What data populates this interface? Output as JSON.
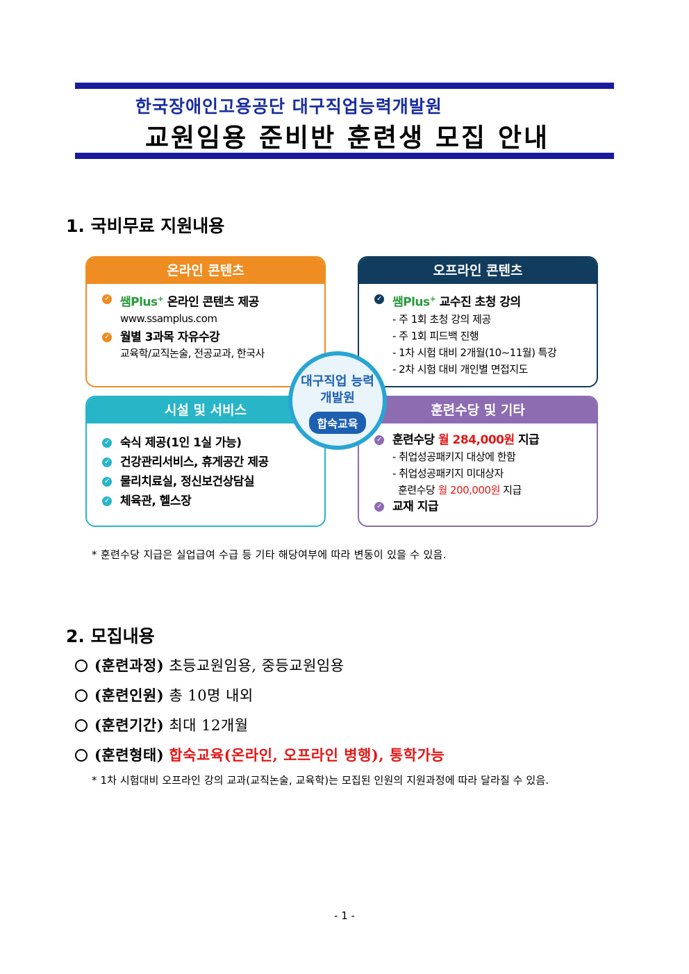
{
  "header": {
    "org": "한국장애인고용공단 대구직업능력개발원",
    "title": "교원임용 준비반 훈련생 모집 안내"
  },
  "section1": {
    "title": "1. 국비무료 지원내용",
    "online": {
      "heading": "온라인 콘텐츠",
      "item1_prefix": "쌤Plus",
      "item1_sup": "+",
      "item1_rest": " 온라인 콘텐츠 제공",
      "item1_url": "www.ssamplus.com",
      "item2": "월별 3과목 자유수강",
      "item2_sub": "교육학/교직논술, 전공교과, 한국사"
    },
    "offline": {
      "heading": "오프라인 콘텐츠",
      "item1_prefix": "쌤Plus",
      "item1_sup": "+",
      "item1_rest": " 교수진 초청 강의",
      "subs": [
        "- 주 1회 초청 강의 제공",
        "- 주 1회 피드백 진행",
        "- 1차 시험 대비 2개월(10~11월) 특강",
        "- 2차 시험 대비 개인별 면접지도"
      ]
    },
    "facility": {
      "heading": "시설 및 서비스",
      "items": [
        "숙식 제공(1인 1실 가능)",
        "건강관리서비스, 휴게공간 제공",
        "물리치료실, 정신보건상담실",
        "체육관, 헬스장"
      ]
    },
    "allowance": {
      "heading": "훈련수당 및 기타",
      "item1_a": "훈련수당 ",
      "item1_b": "월 284,000원",
      "item1_c": " 지급",
      "sub1": "- 취업성공패키지 대상에 한함",
      "sub2": "- 취업성공패키지 미대상자",
      "sub3_a": "훈련수당 ",
      "sub3_b": "월 200,000원",
      "sub3_c": " 지급",
      "item2": "교재 지급"
    },
    "center": {
      "name": "대구직업 능력개발원",
      "badge": "합숙교육"
    },
    "note": "* 훈련수당 지급은 실업급여 수급 등 기타 해당여부에 따라 변동이 있을 수 있음."
  },
  "section2": {
    "title": "2. 모집내용",
    "rows": [
      {
        "label": "(훈련과정)",
        "value": "초등교원임용, 중등교원임용"
      },
      {
        "label": "(훈련인원)",
        "value": "총 10명 내외"
      },
      {
        "label": "(훈련기간)",
        "value": "최대 12개월"
      },
      {
        "label": "(훈련형태)",
        "value": "합숙교육(온라인, 오프라인 병행), 통학가능"
      }
    ],
    "note": "* 1차 시험대비 오프라인 강의 교과(교직논술, 교육학)는 모집된 인원의 지원과정에 따라 달라질 수 있음."
  },
  "footer": {
    "page": "- 1 -"
  },
  "colors": {
    "title_bar": "#1a1a9e",
    "online": "#ef8c22",
    "offline": "#113c5e",
    "facility": "#29b5c8",
    "allowance": "#8e6cb1",
    "highlight_red": "#e21818"
  }
}
